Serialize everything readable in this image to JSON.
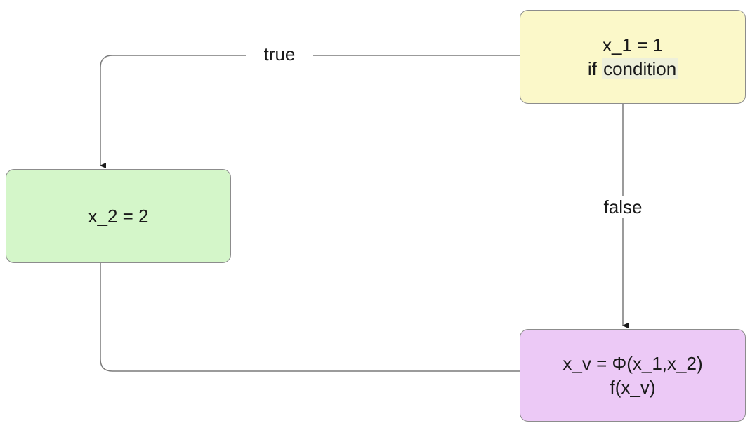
{
  "nodes": {
    "entry": {
      "line1": "x_1 = 1",
      "line2_prefix": "if ",
      "line2_highlight": "condition",
      "fill": "#fbf8c9",
      "highlight_color": "#eef0da"
    },
    "true_branch": {
      "line1": "x_2 = 2",
      "fill": "#d4f6c9"
    },
    "merge": {
      "line1": "x_v = Φ(x_1,x_2)",
      "line2": "f(x_v)",
      "fill": "#ecc9f6"
    }
  },
  "edges": {
    "true_label": "true",
    "false_label": "false",
    "line_color": "#7a7a7a",
    "arrow_color": "#1a1a1a"
  }
}
